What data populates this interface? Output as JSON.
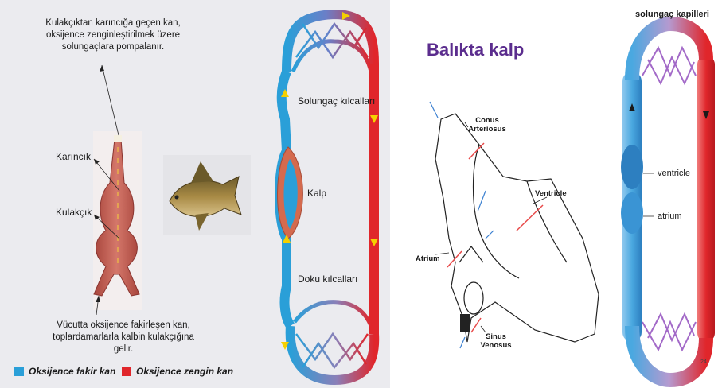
{
  "left": {
    "top_caption": "Kulakçıktan karıncığa geçen kan, oksijence zenginleştirilmek üzere solungaçlara pompalanır.",
    "ventricle_label": "Karıncık",
    "atrium_label": "Kulakçık",
    "bottom_caption": "Vücutta oksijence fakirleşen kan, toplardamarlarla kalbin kulakçığına gelir.",
    "gill_label": "Solungaç kılcalları",
    "heart_label": "Kalp",
    "tissue_label": "Doku kılcalları",
    "legend": [
      {
        "label": "Oksijence fakir kan",
        "color": "#2a9fd8"
      },
      {
        "label": "Oksijence zengin kan",
        "color": "#e0262b"
      }
    ]
  },
  "right": {
    "title": "Balıkta kalp",
    "labels": {
      "conus": "Conus Arteriosus",
      "ventricle": "Ventricle",
      "atrium": "Atrium",
      "sinus": "Sinus Venosus"
    },
    "loop_title": "solungaç kapilleri",
    "loop_ventricle": "ventricle",
    "loop_atrium": "atrium",
    "page_number": "24"
  },
  "colors": {
    "oxygen_poor": "#2a9fd8",
    "oxygen_rich": "#e0262b",
    "heart_tissue": "#c85a4e",
    "title_purple": "#5b2d8e"
  }
}
